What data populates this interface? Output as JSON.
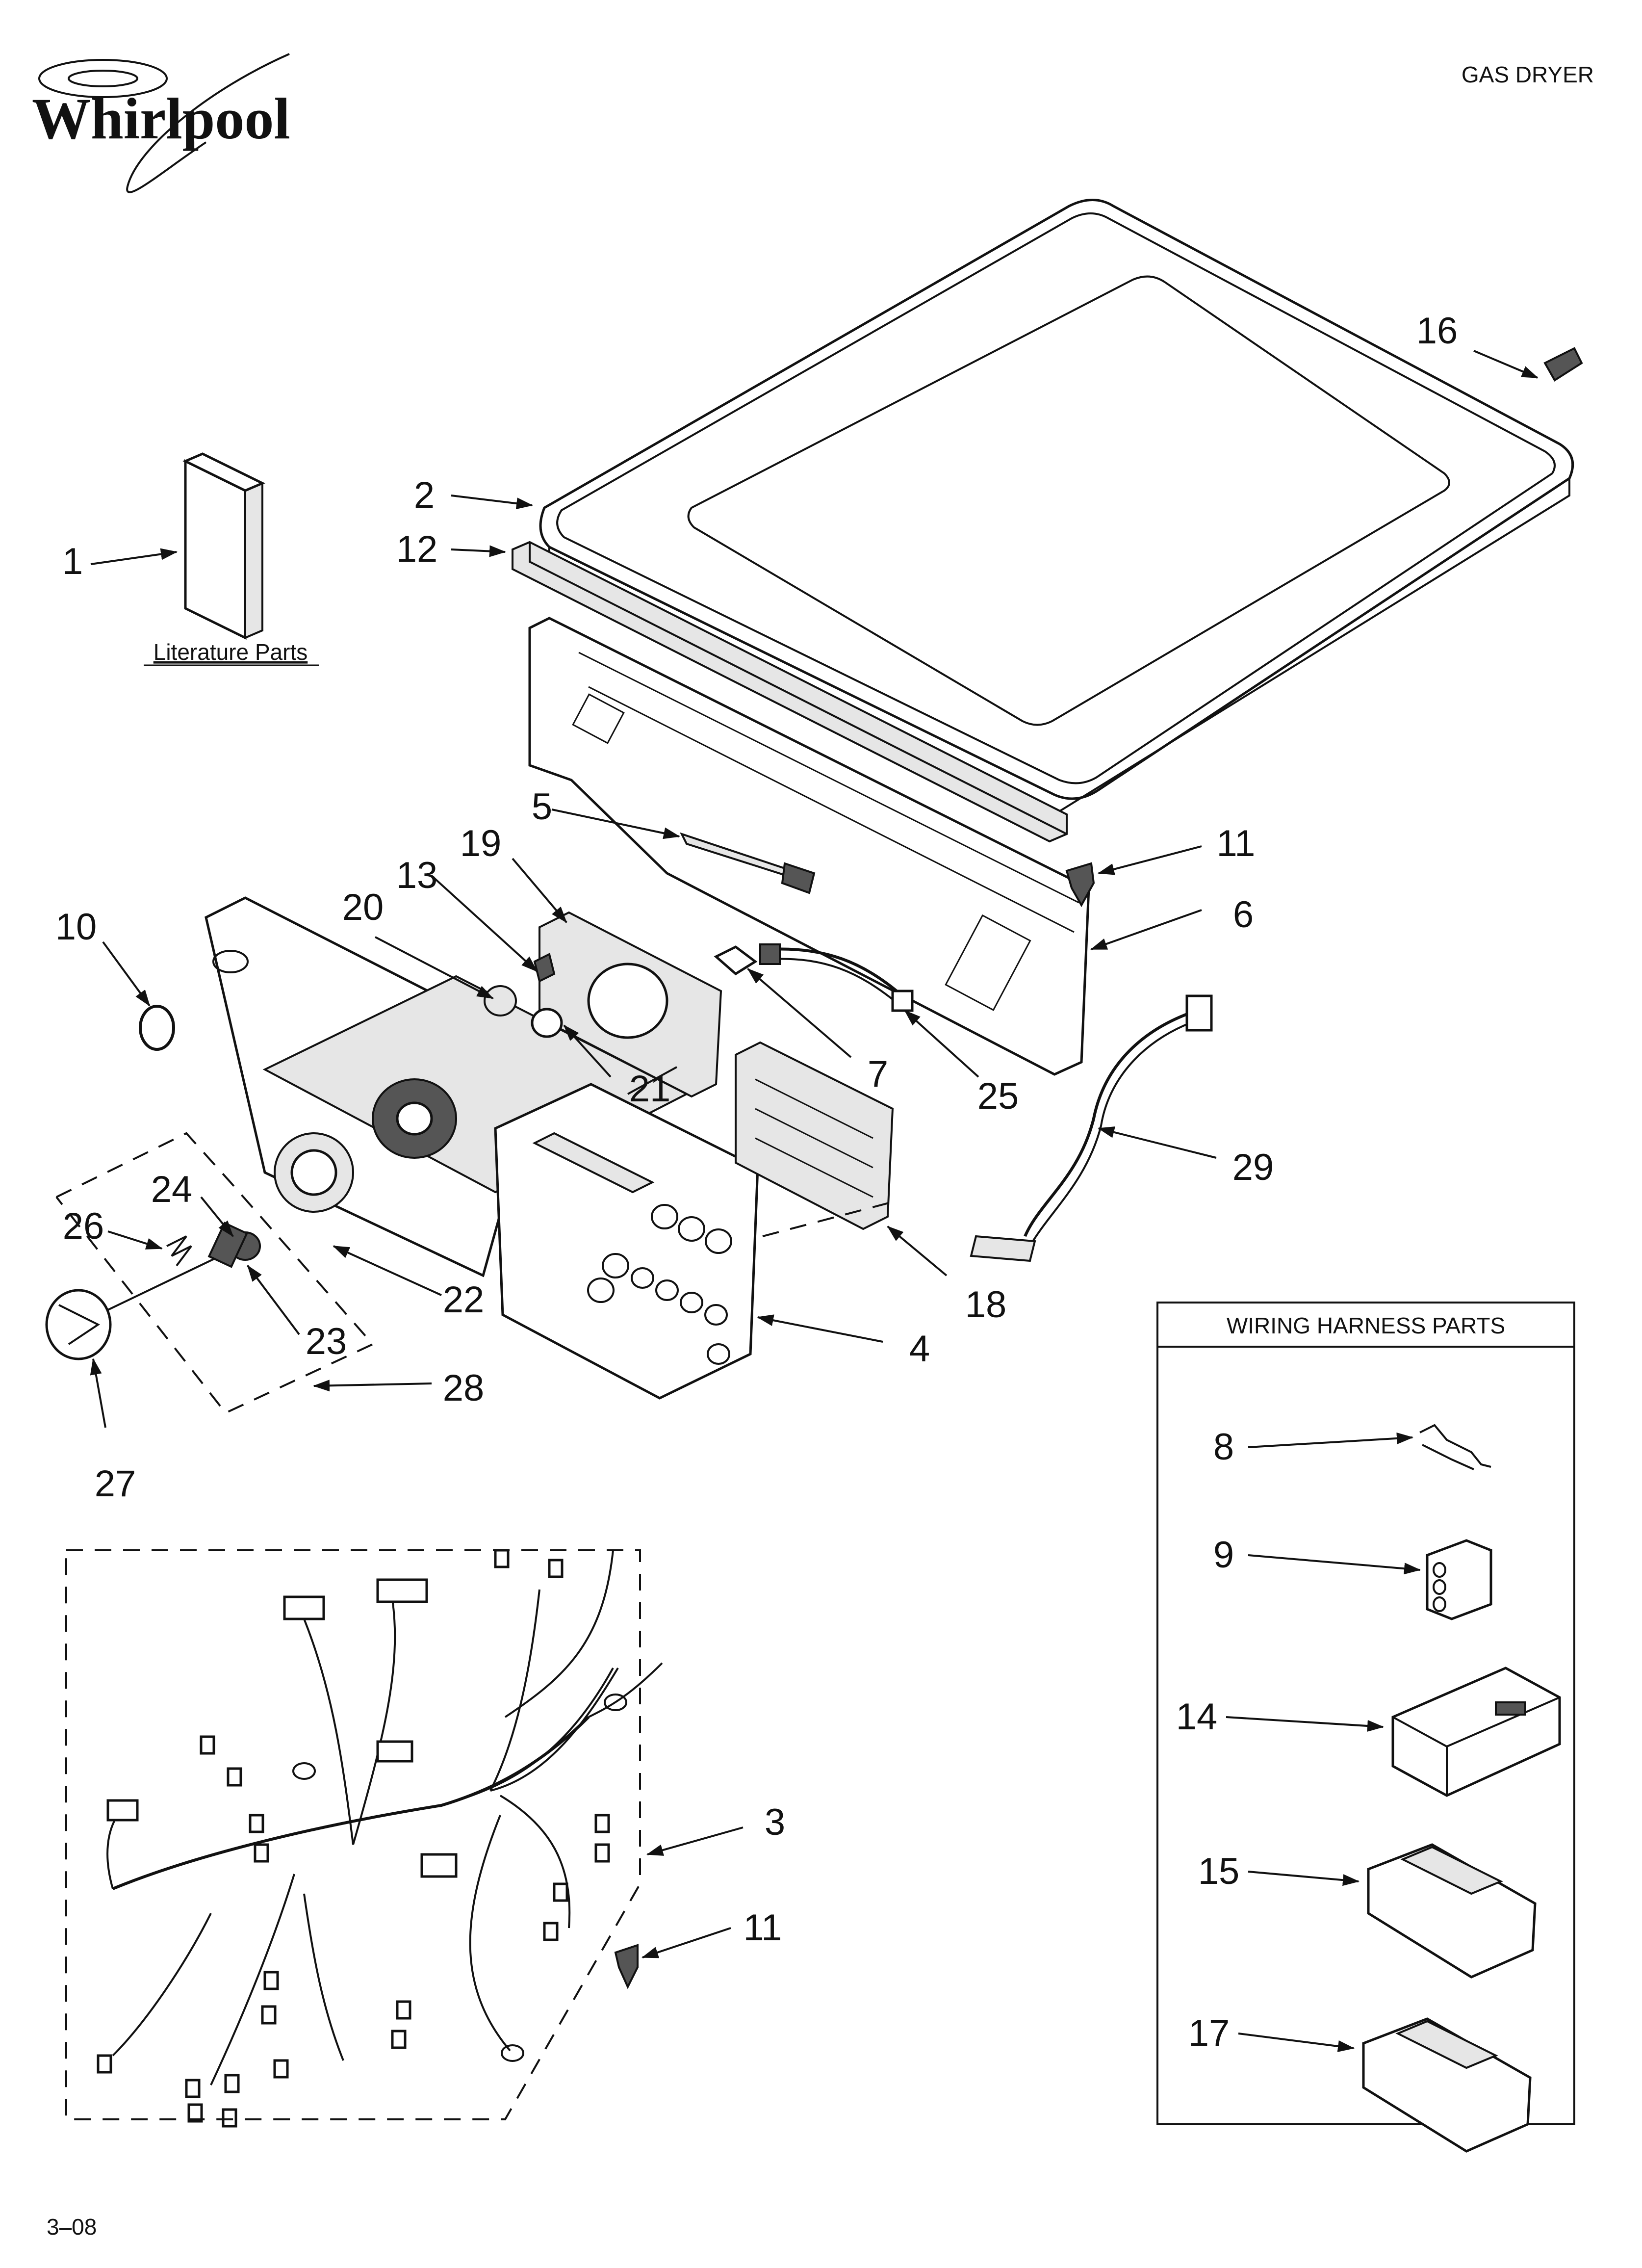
{
  "header": {
    "brand": "Whirlpool",
    "model_type": "GAS DRYER"
  },
  "literature": {
    "label": "Literature Parts"
  },
  "harness_box": {
    "title": "WIRING HARNESS PARTS"
  },
  "footer": {
    "page": "3–08"
  },
  "callouts": {
    "c1": "1",
    "c2": "2",
    "c3": "3",
    "c4": "4",
    "c5": "5",
    "c6": "6",
    "c7": "7",
    "c8": "8",
    "c9": "9",
    "c10": "10",
    "c11a": "11",
    "c11b": "11",
    "c12": "12",
    "c13": "13",
    "c14": "14",
    "c15": "15",
    "c16": "16",
    "c17": "17",
    "c18": "18",
    "c19": "19",
    "c20": "20",
    "c21": "21",
    "c22": "22",
    "c23": "23",
    "c24": "24",
    "c25": "25",
    "c26": "26",
    "c27": "27",
    "c28": "28",
    "c29": "29"
  }
}
